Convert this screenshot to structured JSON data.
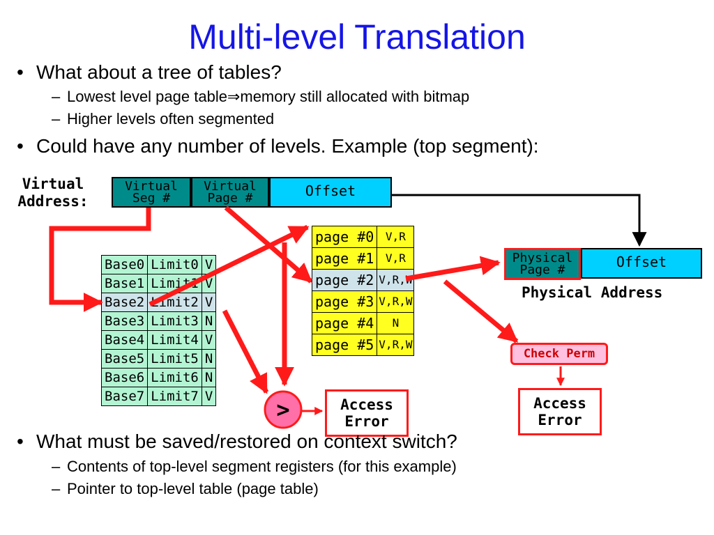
{
  "slide": {
    "title": "Multi-level Translation",
    "bullets_top": [
      "What about a tree of tables?",
      "Could have any number of levels. Example (top segment):"
    ],
    "sub_bullets_top": [
      "Lowest level page table⇒memory still allocated with bitmap",
      "Higher levels often segmented"
    ],
    "bullets_bottom": [
      "What must be saved/restored on context switch?"
    ],
    "sub_bullets_bottom": [
      "Contents of top-level segment registers (for this example)",
      "Pointer to top-level table (page table)"
    ]
  },
  "diagram": {
    "virtual_address_label": [
      "Virtual",
      "Address:"
    ],
    "va_fields": [
      "Virtual",
      "Seg #",
      "Virtual",
      "Page #",
      "Offset"
    ],
    "segment_table": [
      [
        "Base0",
        "Limit0",
        "V"
      ],
      [
        "Base1",
        "Limit1",
        "V"
      ],
      [
        "Base2",
        "Limit2",
        "V"
      ],
      [
        "Base3",
        "Limit3",
        "N"
      ],
      [
        "Base4",
        "Limit4",
        "V"
      ],
      [
        "Base5",
        "Limit5",
        "N"
      ],
      [
        "Base6",
        "Limit6",
        "N"
      ],
      [
        "Base7",
        "Limit7",
        "V"
      ]
    ],
    "page_table": [
      [
        "page #0",
        "V,R"
      ],
      [
        "page #1",
        "V,R"
      ],
      [
        "page #2",
        "V,R,W"
      ],
      [
        "page #3",
        "V,R,W"
      ],
      [
        "page #4",
        "N"
      ],
      [
        "page #5",
        "V,R,W"
      ]
    ],
    "pa_fields": [
      "Physical",
      "Page #",
      "Offset"
    ],
    "physical_address_label": "Physical Address",
    "compare_symbol": ">",
    "access_error_left": [
      "Access",
      "Error"
    ],
    "check_perm": "Check Perm",
    "access_error_right": [
      "Access",
      "Error"
    ],
    "colors": {
      "title": "#1515e6",
      "va_seg_fields": "#008b8b",
      "offset_fields": "#00d0ff",
      "segment_table": "#b3f5d3",
      "page_table": "#ffff20",
      "highlight_row": "#cfe3ea",
      "arrows": "#ff1a1a",
      "compare_circle": "#ff6fa8",
      "check_perm_fill": "#ffc0e0"
    }
  }
}
